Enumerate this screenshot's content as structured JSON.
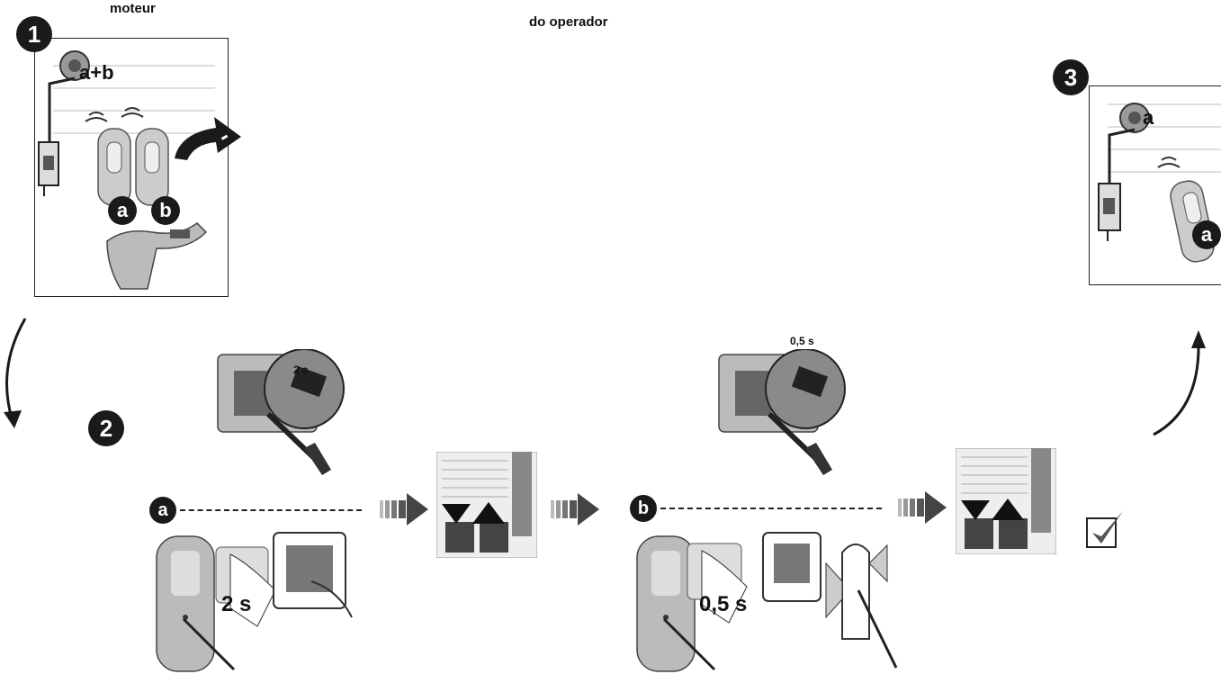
{
  "captions": {
    "left_fragment": "moteur",
    "center_fragment": "do operador"
  },
  "step1": {
    "number": "1",
    "pair_label": "a+b",
    "remote_a": "a",
    "remote_b": "b"
  },
  "step2": {
    "number": "2",
    "row_a": {
      "label": "a",
      "zoom_time": "2 s",
      "press_time": "2 s"
    },
    "row_b": {
      "label": "b",
      "zoom_time": "0,5 s",
      "press_time": "0,5 s"
    }
  },
  "step3": {
    "number": "3",
    "label": "a",
    "remote": "a"
  },
  "icons": {
    "confirm": "checkmark-icon",
    "next": "arrow-right-icon",
    "curve": "curved-arrow-icon"
  },
  "colors": {
    "ink": "#1a1a1a",
    "gray": "#8a8a8a",
    "light_gray": "#d0d0d0"
  }
}
